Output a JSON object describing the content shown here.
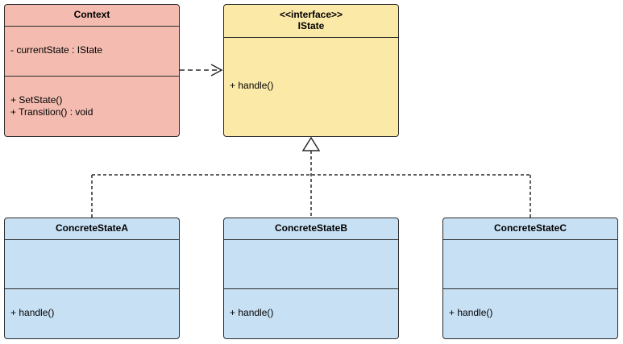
{
  "colors": {
    "context_fill": "#f4bcb1",
    "interface_fill": "#fbe9a8",
    "concrete_fill": "#c8e0f4",
    "border": "#2b2b2b"
  },
  "context": {
    "name": "Context",
    "attributes": [
      "- currentState : IState"
    ],
    "operations": [
      "+ SetState()",
      "+ Transition() : void"
    ]
  },
  "istate": {
    "stereotype": "<<interface>>",
    "name": "IState",
    "operations": [
      "+ handle()"
    ]
  },
  "concrete_states": [
    {
      "name": "ConcreteStateA",
      "operations": [
        "+ handle()"
      ]
    },
    {
      "name": "ConcreteStateB",
      "operations": [
        "+ handle()"
      ]
    },
    {
      "name": "ConcreteStateC",
      "operations": [
        "+ handle()"
      ]
    }
  ],
  "relationships": [
    {
      "type": "dependency",
      "from": "Context",
      "to": "IState"
    },
    {
      "type": "realization",
      "from": "ConcreteStateA",
      "to": "IState"
    },
    {
      "type": "realization",
      "from": "ConcreteStateB",
      "to": "IState"
    },
    {
      "type": "realization",
      "from": "ConcreteStateC",
      "to": "IState"
    }
  ]
}
